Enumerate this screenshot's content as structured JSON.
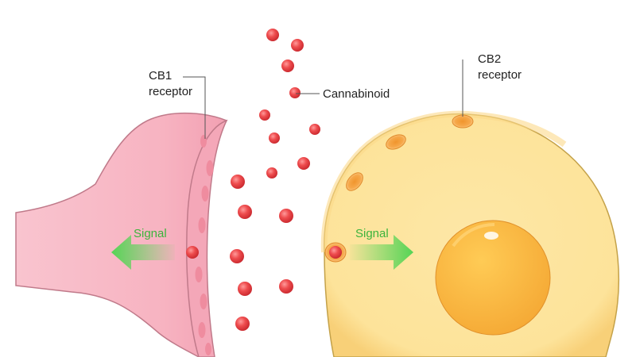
{
  "labels": {
    "cb1_line1": "CB1",
    "cb1_line2": "receptor",
    "cb2_line1": "CB2",
    "cb2_line2": "receptor",
    "cannabinoid": "Cannabinoid",
    "signal_left": "Signal",
    "signal_right": "Signal"
  },
  "colors": {
    "neuron_fill": "#f7b9c6",
    "neuron_stroke": "#c07a8a",
    "cell_fill": "#fde39a",
    "cell_stroke": "#c4a24a",
    "nucleus": "#f8b440",
    "molecule": "#e63c3f",
    "receptor": "#f3962f",
    "signal_arrow": "#6cd96c",
    "signal_text": "#3cb43c"
  }
}
